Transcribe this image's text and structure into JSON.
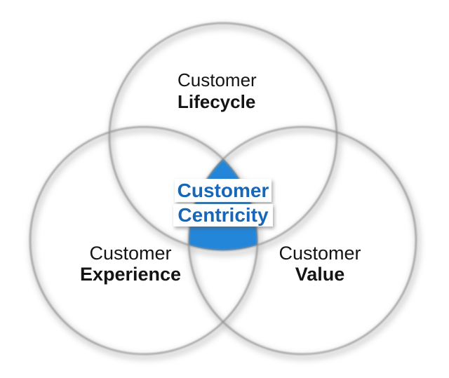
{
  "diagram": {
    "type": "venn",
    "title_hidden": "",
    "sets": [
      {
        "id": "top",
        "line1": "Customer",
        "line2": "Lifecycle"
      },
      {
        "id": "left",
        "line1": "Customer",
        "line2": "Experience"
      },
      {
        "id": "right",
        "line1": "Customer",
        "line2": "Value"
      }
    ],
    "intersection": {
      "line1": "Customer",
      "line2": "Centricity"
    }
  },
  "labels": {
    "top": {
      "line1": "Customer",
      "line2": "Lifecycle"
    },
    "left": {
      "line1": "Customer",
      "line2": "Experience"
    },
    "right": {
      "line1": "Customer",
      "line2": "Value"
    },
    "center": {
      "line1": "Customer",
      "line2": "Centricity"
    }
  },
  "colors": {
    "background": "#ffffff",
    "center_shape_fill": "#2486d9",
    "center_text": "#1766b8",
    "outer_label_text": "#141414",
    "circle_fill": "#ffffff",
    "circle_edge": "#909090",
    "circle_shadow": "#c2c2c2"
  }
}
